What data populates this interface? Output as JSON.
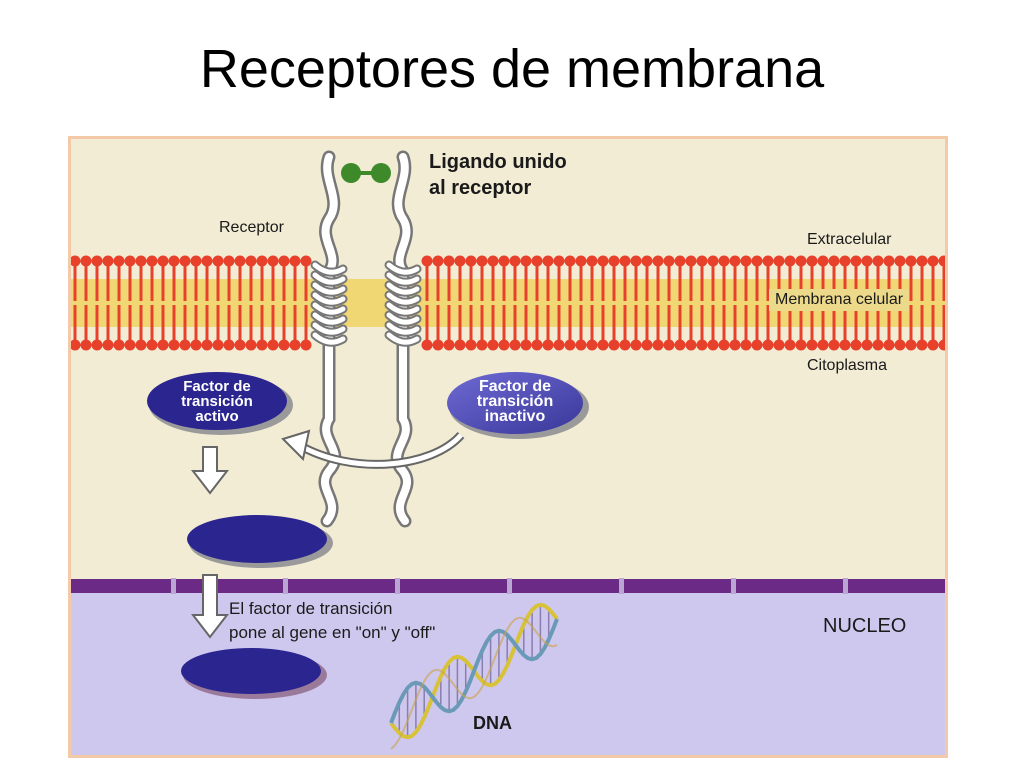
{
  "title": "Receptores de membrana",
  "labels": {
    "ligand": [
      "Ligando unido",
      "al receptor"
    ],
    "receptor": "Receptor",
    "extracellular": "Extracelular",
    "membrane": "Membrana celular",
    "cytoplasm": "Citoplasma",
    "active_factor": [
      "Factor de",
      "transición",
      "activo"
    ],
    "inactive_factor": [
      "Factor de",
      "transición",
      "inactivo"
    ],
    "gene_switch": [
      "El factor de transición",
      "pone al gene en \"on\" y \"off\""
    ],
    "nucleus": "NUCLEO",
    "dna": "DNA"
  },
  "colors": {
    "background": "#f2ecd4",
    "membrane_red": "#e8412b",
    "membrane_core": "#f0d774",
    "nucleus_bg": "#cfc8ee",
    "nuclear_envelope": "#6b2a86",
    "factor_active": "#2b2590",
    "factor_inactive": "#4a47b8",
    "ligand": "#3e8a2a"
  }
}
